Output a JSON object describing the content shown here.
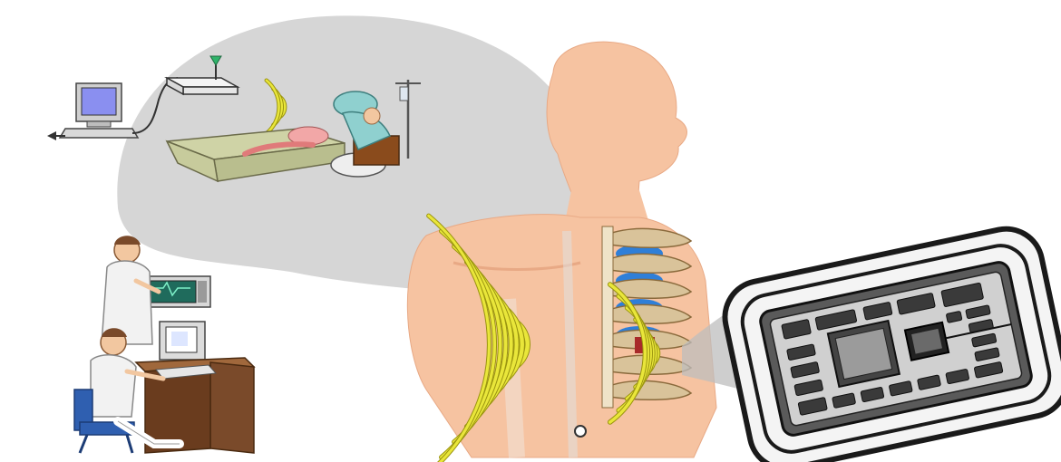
{
  "colors": {
    "background": "#ffffff",
    "bubble": "#d6d6d6",
    "skin": "#f6c3a1",
    "skin_shadow": "#e8a985",
    "signal": "#e9e63a",
    "signal_dark": "#9a9410",
    "rib": "#d9c39a",
    "rib_dark": "#8a6a3c",
    "lung": "#2f7fd8",
    "chip_border": "#1a1a1a",
    "chip_body": "#5a5a5a",
    "chip_light": "#e9e9e9",
    "bed_sheet": "#cfd3a6",
    "scrub": "#8fd0cf",
    "monitor_screen": "#8a8ff0",
    "desk": "#7a4a2a",
    "chair": "#2f5fb0",
    "labcoat": "#f2f2f2"
  },
  "icons": [
    "computer-terminal-icon",
    "wireless-router-icon",
    "wireless-signal-icon",
    "hospital-bed-patient-icon",
    "doctor-with-monitor-icon",
    "operator-at-workstation-icon",
    "human-torso-icon",
    "ribcage-icon",
    "implanted-sensor-chip-icon"
  ],
  "signal_waves": {
    "left_group_count": 8,
    "right_group_count": 6,
    "router_group_count": 3
  }
}
